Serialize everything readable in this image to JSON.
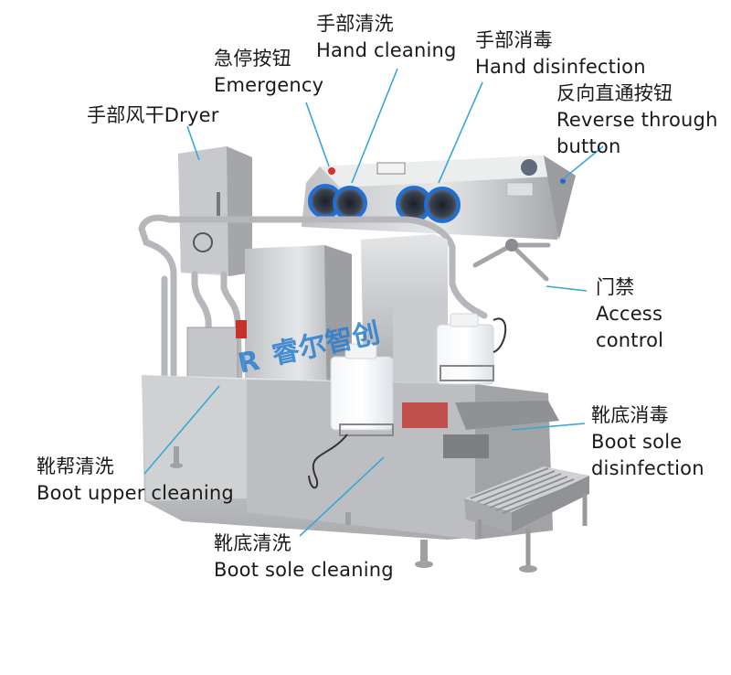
{
  "labels": {
    "hand_cleaning": {
      "zh": "手部清洗",
      "en": "Hand cleaning"
    },
    "emergency": {
      "zh": "急停按钮",
      "en": "Emergency"
    },
    "hand_disinfection": {
      "zh": "手部消毒",
      "en": "Hand disinfection"
    },
    "reverse_button": {
      "zh": "反向直通按钮",
      "en1": "Reverse through",
      "en2": "button"
    },
    "dryer": {
      "text": "手部风干Dryer"
    },
    "access_control": {
      "zh": "门禁",
      "en1": "Access",
      "en2": "control"
    },
    "boot_sole_disinfection": {
      "zh": "靴底消毒",
      "en1": "Boot sole",
      "en2": "disinfection"
    },
    "boot_upper_cleaning": {
      "zh": "靴帮清洗",
      "en": "Boot upper cleaning"
    },
    "boot_sole_cleaning": {
      "zh": "靴底清洗",
      "en": "Boot sole cleaning"
    }
  },
  "colors": {
    "leader_line": "#3aa6d8",
    "logo_blue": "#2b7fd0",
    "steel_light": "#d9dadc",
    "steel_mid": "#b7b9bc",
    "steel_dark": "#8e9094",
    "port_ring": "#1f6fd6"
  },
  "logo_text": "睿尔智创"
}
